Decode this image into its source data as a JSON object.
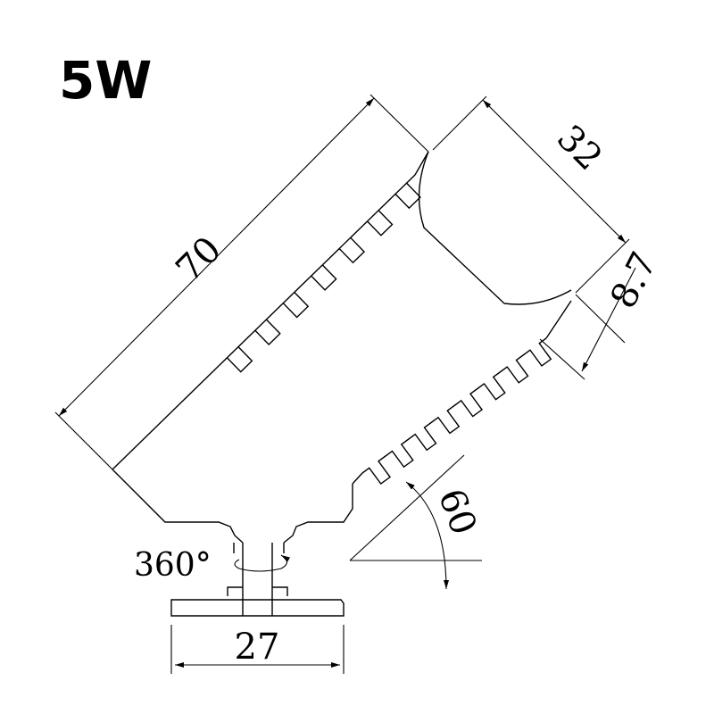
{
  "title": "5W",
  "dimensions": {
    "length": "70",
    "head_diameter": "32",
    "head_offset": "8.7",
    "base_width": "27",
    "tilt_angle": "60",
    "rotation": "360°"
  }
}
